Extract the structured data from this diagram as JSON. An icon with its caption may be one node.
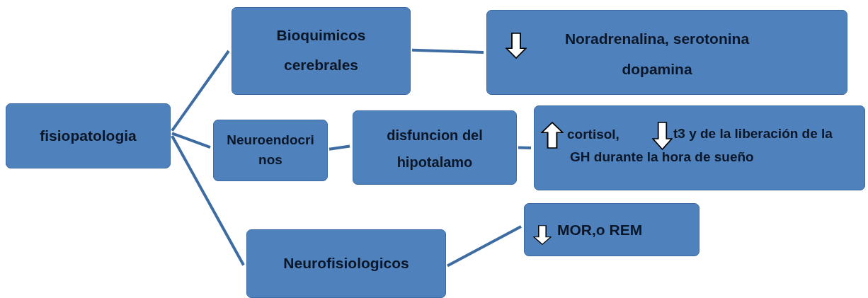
{
  "diagram": {
    "nodes": [
      {
        "text": [
          "fisiopatologia"
        ]
      },
      {
        "text": [
          "Bioquimicos cerebrales"
        ]
      },
      {
        "text": [
          "Noradrenalina, serotonina dopamina"
        ]
      },
      {
        "text": [
          "Neuroendocrinos"
        ]
      },
      {
        "text": [
          "disfuncion del hipotalamo"
        ]
      },
      {
        "text": [
          "cortisol,",
          "t3 y de la liberación de la GH durante la hora de sueño"
        ]
      },
      {
        "text": [
          "Neurofisiologicos"
        ]
      },
      {
        "text": [
          "MOR,o REM"
        ]
      }
    ],
    "edges": [
      {
        "from": 0,
        "to": 1,
        "arrow": "none"
      },
      {
        "from": 0,
        "to": 3,
        "arrow": "none"
      },
      {
        "from": 0,
        "to": 6,
        "arrow": "none"
      },
      {
        "from": 1,
        "to": 2,
        "arrow": "none"
      },
      {
        "from": 3,
        "to": 4,
        "arrow": "none"
      },
      {
        "from": 4,
        "to": 5,
        "arrow": "none"
      },
      {
        "from": 6,
        "to": 7,
        "arrow": "none"
      }
    ]
  }
}
